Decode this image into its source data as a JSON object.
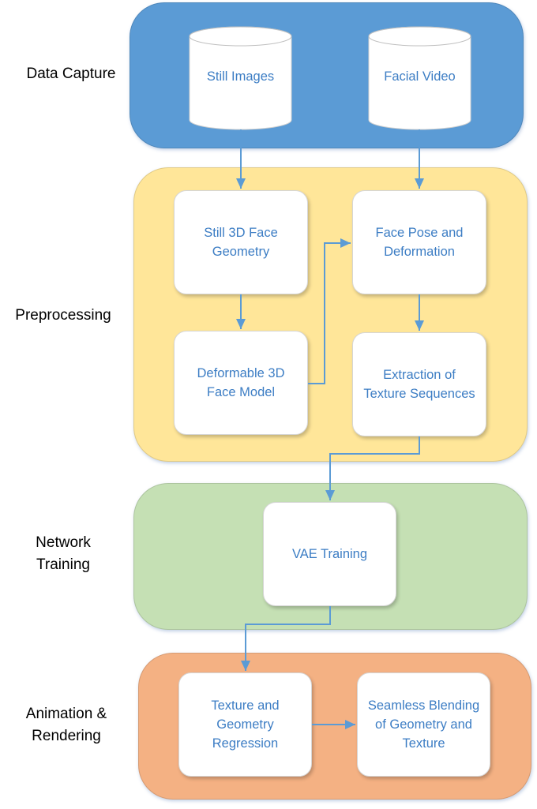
{
  "colors": {
    "data_capture": "#5b9bd5",
    "preprocessing": "#ffe699",
    "network_training": "#c5e0b4",
    "animation_rendering": "#f4b183",
    "box_text": "#3c7dc4",
    "arrow": "#5b9bd5"
  },
  "stages": [
    {
      "id": "data_capture",
      "label": "Data Capture"
    },
    {
      "id": "preprocessing",
      "label": "Preprocessing"
    },
    {
      "id": "network_training",
      "label": "Network\nTraining"
    },
    {
      "id": "animation_rendering",
      "label": "Animation &\nRendering"
    }
  ],
  "nodes": {
    "still_images": "Still Images",
    "facial_video": "Facial Video",
    "still_3d_face": "Still 3D Face\nGeometry",
    "face_pose": "Face  Pose and\nDeformation",
    "deformable_model": "Deformable 3D\nFace Model",
    "texture_extraction": "Extraction of\nTexture Sequences",
    "vae_training": "VAE Training",
    "regression": "Texture and\nGeometry\nRegression",
    "blending": "Seamless Blending\nof Geometry and\nTexture"
  },
  "edges": [
    {
      "from": "still_images",
      "to": "still_3d_face"
    },
    {
      "from": "facial_video",
      "to": "face_pose"
    },
    {
      "from": "still_3d_face",
      "to": "deformable_model"
    },
    {
      "from": "deformable_model",
      "to": "face_pose"
    },
    {
      "from": "face_pose",
      "to": "texture_extraction"
    },
    {
      "from": "texture_extraction",
      "to": "vae_training"
    },
    {
      "from": "vae_training",
      "to": "regression"
    },
    {
      "from": "regression",
      "to": "blending"
    }
  ]
}
